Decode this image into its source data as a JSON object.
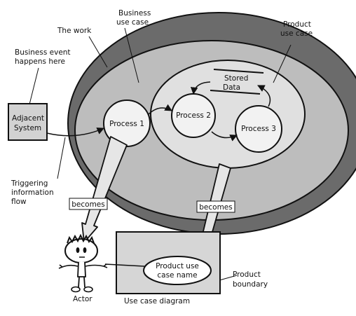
{
  "labels": {
    "business_use_case": [
      "Business",
      "use case"
    ],
    "the_work": "The work",
    "product_use_case": [
      "Product",
      "use case"
    ],
    "business_event": [
      "Business event",
      "happens here"
    ],
    "adjacent_system": [
      "Adjacent",
      "System"
    ],
    "process_1": "Process 1",
    "process_2": "Process 2",
    "process_3": "Process 3",
    "stored_data": [
      "Stored",
      "Data"
    ],
    "triggering_flow": [
      "Triggering",
      "information",
      "flow"
    ],
    "becomes_left": "becomes",
    "becomes_right": "becomes",
    "product_use_case_name": [
      "Product use",
      "case name"
    ],
    "product_boundary": [
      "Product",
      "boundary"
    ],
    "actor": "Actor",
    "use_case_diagram": "Use case diagram"
  },
  "colors": {
    "outer_ring": "#6b6b6b",
    "inner_work": "#bdbdbd",
    "product_area": "#e0e0e0",
    "process_fill": "#f2f2f2",
    "adjacent_fill": "#d2d2d2",
    "uc_box_fill": "#d6d6d6",
    "becomes_arrow_fill": "#e6e6e6",
    "outline": "#111111"
  }
}
